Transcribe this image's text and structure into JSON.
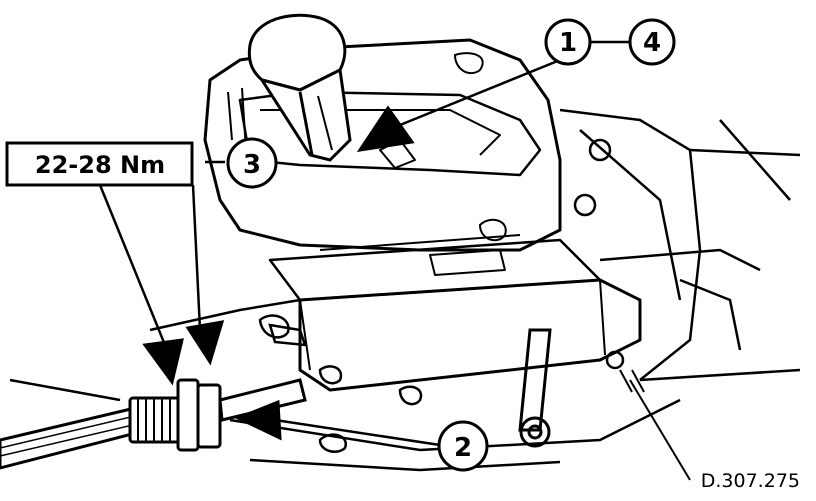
{
  "torque_label": "22-28 Nm",
  "callouts": [
    {
      "id": "1",
      "label": "1"
    },
    {
      "id": "4",
      "label": "4"
    },
    {
      "id": "3",
      "label": "3"
    },
    {
      "id": "2",
      "label": "2"
    }
  ],
  "reference_code": "D.307.275",
  "colors": {
    "ink": "#000000",
    "paper": "#ffffff",
    "shade": "#d8d8d8"
  }
}
